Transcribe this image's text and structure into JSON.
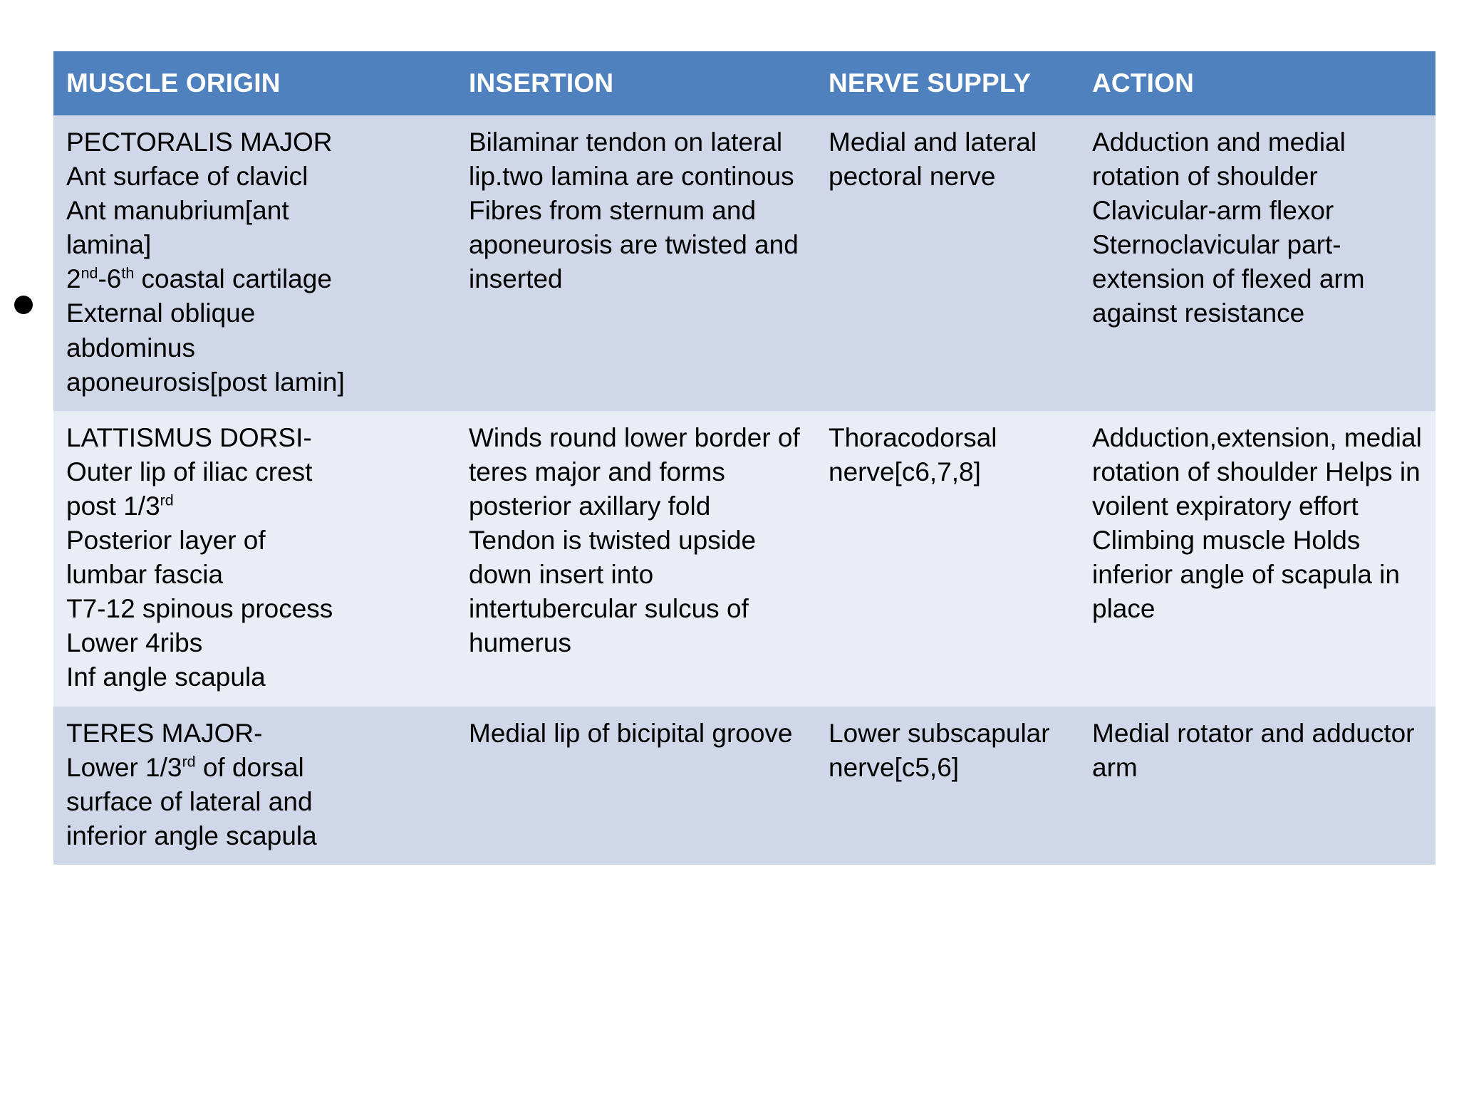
{
  "table": {
    "headers": [
      {
        "key": "muscle_origin",
        "label": "MUSCLE ORIGIN"
      },
      {
        "key": "insertion",
        "label": "INSERTION"
      },
      {
        "key": "nerve_supply",
        "label": "NERVE SUPPLY"
      },
      {
        "key": "action",
        "label": "ACTION"
      }
    ],
    "header_bg": "#4E81BD",
    "header_text_color": "#FFFFFF",
    "row_bg_odd": "#D0D7E8",
    "row_bg_even": "#E9EDF5",
    "rows": [
      {
        "muscle_origin_lines": [
          "PECTORALIS MAJOR",
          "Ant surface of clavicl",
          "Ant manubrium[ant",
          "lamina]",
          "2nd-6th coastal cartilage",
          "External oblique",
          "abdominus",
          "aponeurosis[post lamin]"
        ],
        "muscle_origin_title": "PECTORALIS MAJOR",
        "muscle_origin_l2": "Ant surface of clavicl",
        "muscle_origin_l3": "Ant manubrium[ant",
        "muscle_origin_l4": "lamina]",
        "muscle_origin_l5_num1": "2",
        "muscle_origin_l5_sup1": "nd",
        "muscle_origin_l5_mid": "-6",
        "muscle_origin_l5_sup2": "th",
        "muscle_origin_l5_tail": " coastal cartilage",
        "muscle_origin_l6": "External oblique",
        "muscle_origin_l7": "abdominus",
        "muscle_origin_l8": "aponeurosis[post lamin]",
        "insertion": "Bilaminar tendon on lateral lip.two lamina are continous\nFibres from sternum and aponeurosis are twisted and inserted",
        "nerve_supply": "Medial and lateral pectoral nerve",
        "action": "Adduction and medial rotation of shoulder\nClavicular-arm flexor\nSternoclavicular part-extension of flexed arm against resistance"
      },
      {
        "muscle_origin_title": "LATTISMUS DORSI-",
        "muscle_origin_l2": "Outer lip of iliac crest",
        "muscle_origin_l3_pre": "post 1/3",
        "muscle_origin_l3_sup": "rd",
        "muscle_origin_l4": "Posterior layer of",
        "muscle_origin_l5": "lumbar fascia",
        "muscle_origin_l6": "T7-12 spinous process",
        "muscle_origin_l7": "Lower 4ribs",
        "muscle_origin_l8": "Inf angle scapula",
        "insertion": "Winds round lower border of teres major and forms posterior axillary fold\nTendon is twisted upside down insert into intertubercular sulcus of humerus",
        "nerve_supply": "Thoracodorsal nerve[c6,7,8]",
        "action": "Adduction,extension, medial rotation of shoulder\nHelps in voilent expiratory effort\nClimbing muscle\nHolds inferior angle of scapula in place"
      },
      {
        "muscle_origin_title": "TERES MAJOR-",
        "muscle_origin_l2_pre": "Lower 1/3",
        "muscle_origin_l2_sup": "rd",
        "muscle_origin_l2_post": " of dorsal",
        "muscle_origin_l3": "surface of lateral and",
        "muscle_origin_l4": "inferior angle scapula",
        "insertion": "Medial lip of bicipital groove",
        "nerve_supply": "Lower subscapular nerve[c5,6]",
        "action": "Medial rotator and adductor arm"
      }
    ]
  },
  "bullet": {
    "symbol": "●"
  }
}
